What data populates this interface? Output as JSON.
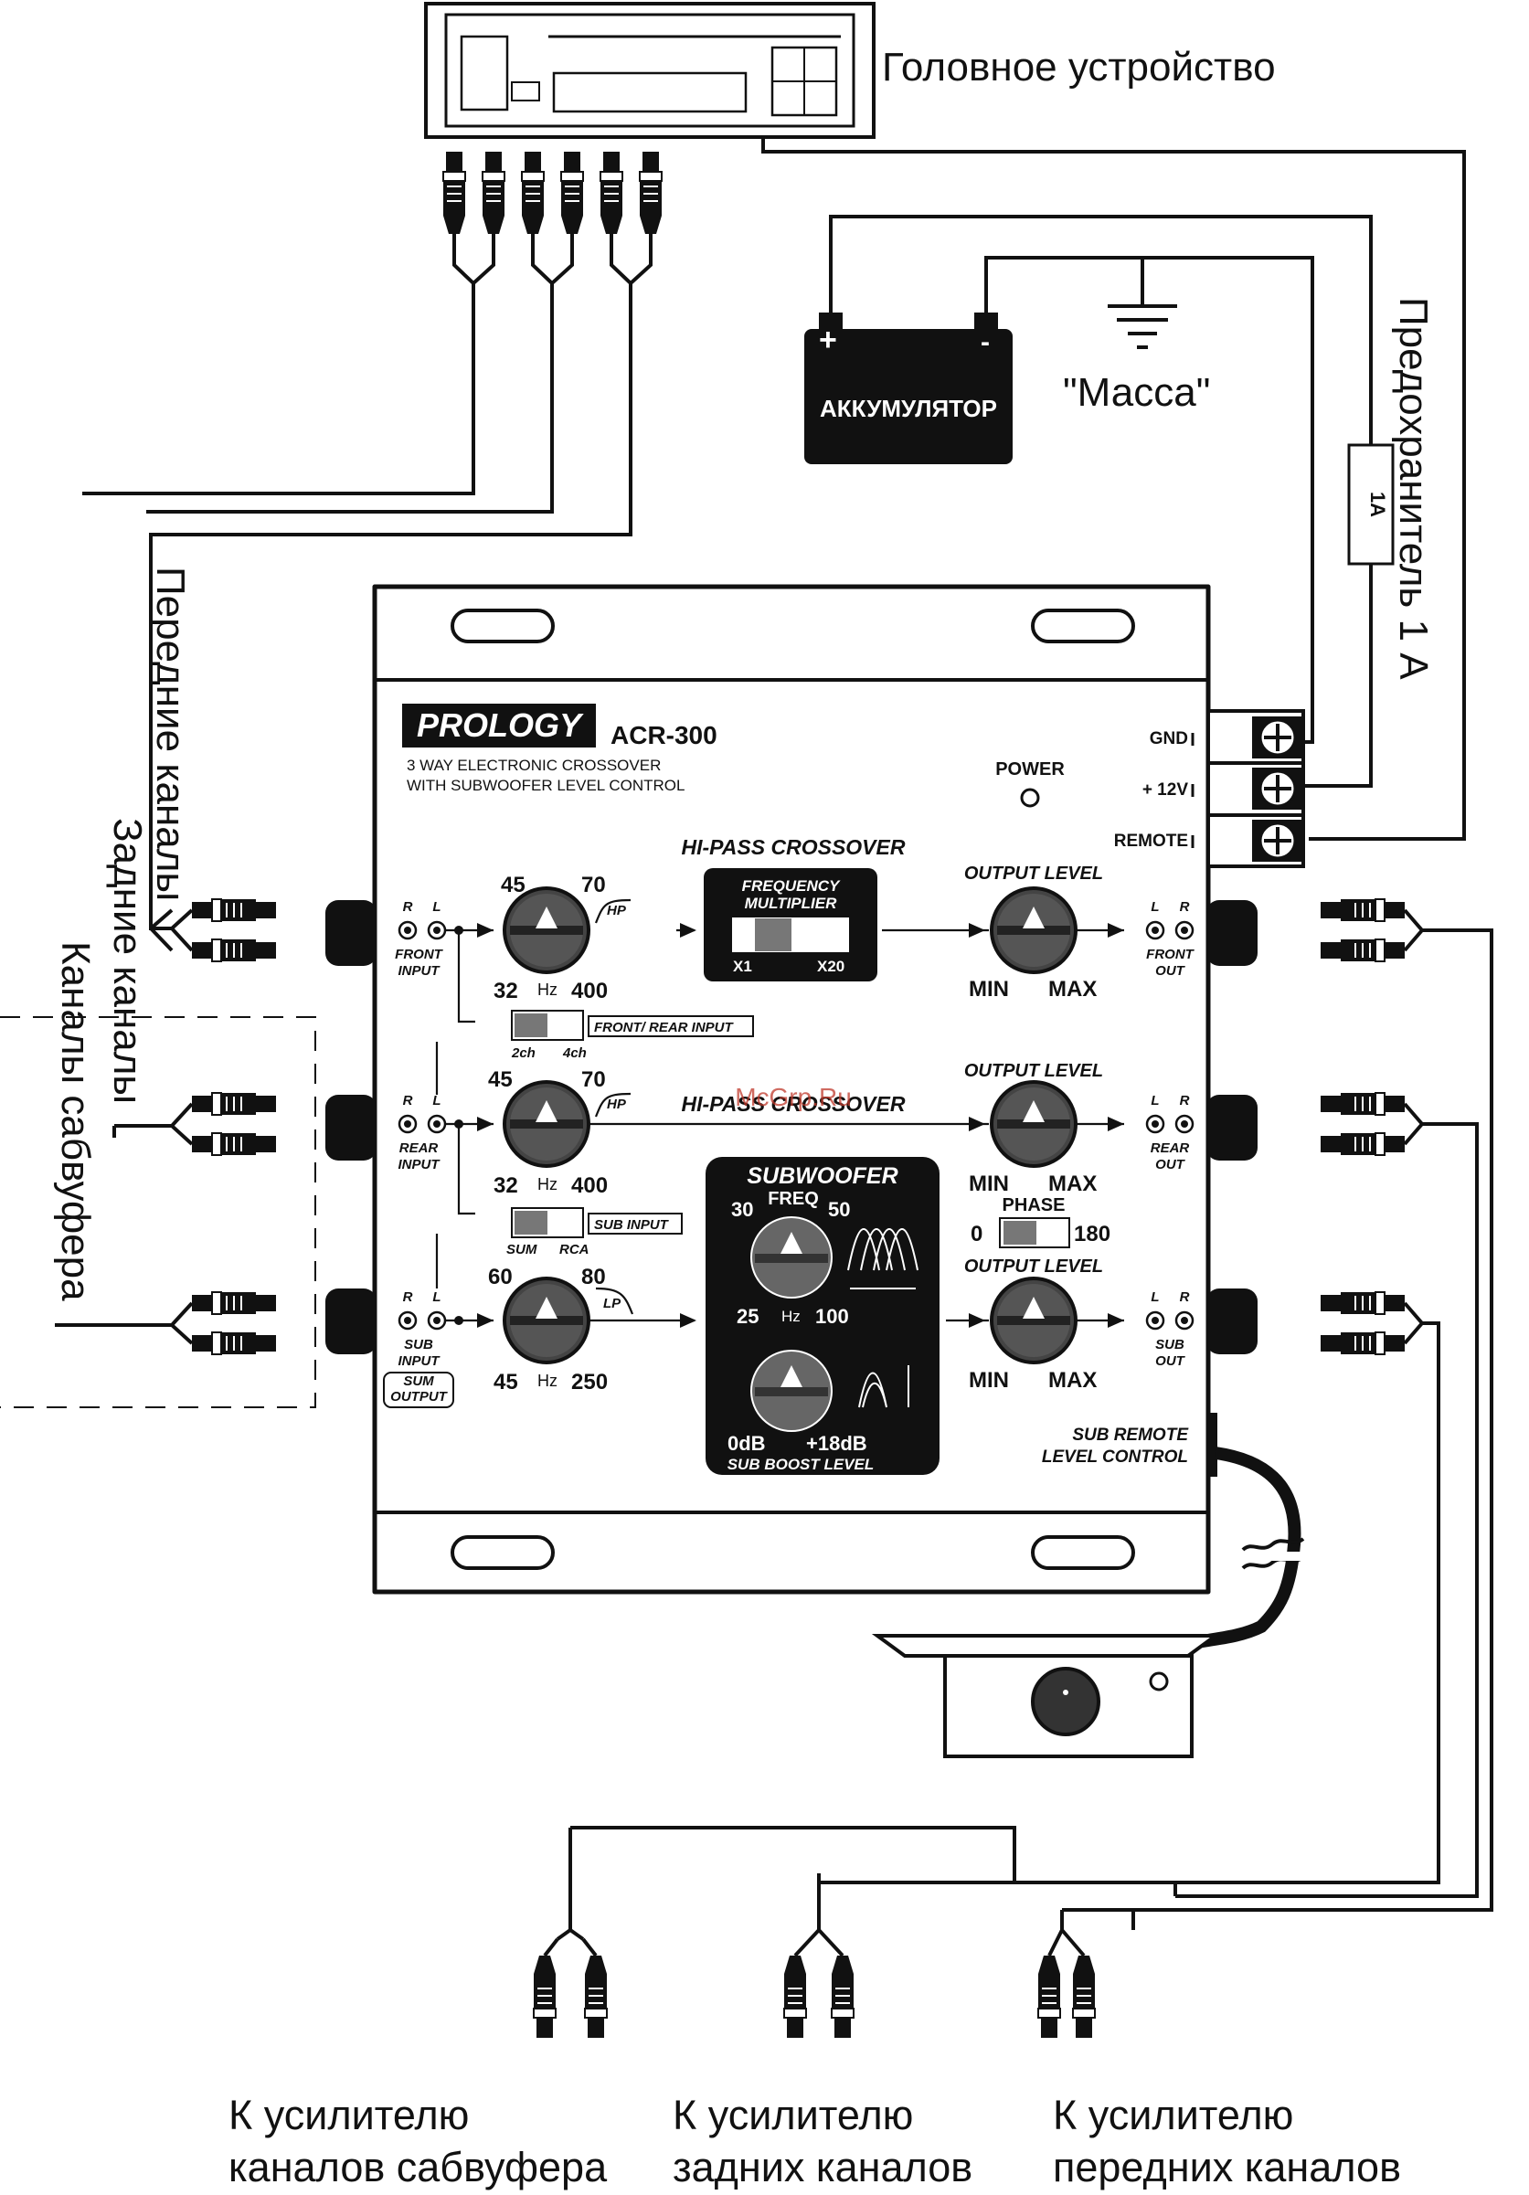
{
  "labels": {
    "head_unit": "Головное устройство",
    "battery": "АККУМУЛЯТОР",
    "ground": "\"Масса\"",
    "fuse": "Предохранитель 1 А",
    "fuse_rating": "1А",
    "front_channels": "Передние каналы",
    "rear_channels": "Задние каналы",
    "sub_channels": "Каналы сабвуфера",
    "to_sub_amp": [
      "К усилителю",
      "каналов сабвуфера"
    ],
    "to_rear_amp": [
      "К усилителю",
      "задних каналов"
    ],
    "to_front_amp": [
      "К усилителю",
      "передних каналов"
    ]
  },
  "unit": {
    "brand": "PROLOGY",
    "model": "ACR-300",
    "desc1": "3 WAY ELECTRONIC CROSSOVER",
    "desc2": "WITH SUBWOOFER LEVEL CONTROL",
    "power": "POWER",
    "terminals": [
      "GND",
      "+ 12V",
      "REMOTE"
    ],
    "r": "R",
    "l": "L",
    "front_input": [
      "FRONT",
      "INPUT"
    ],
    "rear_input": [
      "REAR",
      "INPUT"
    ],
    "sub_input": [
      "SUB",
      "INPUT"
    ],
    "sum_output": [
      "SUM",
      "OUTPUT"
    ],
    "front_out": [
      "FRONT",
      "OUT"
    ],
    "rear_out": [
      "REAR",
      "OUT"
    ],
    "sub_out": [
      "SUB",
      "OUT"
    ],
    "hi_pass": "HI-PASS CROSSOVER",
    "watermark": "McGrp.Ru",
    "hp": "HP",
    "lp": "LP",
    "hz": "Hz",
    "hp_knob": [
      "45",
      "70",
      "32",
      "400"
    ],
    "lp_knob": [
      "60",
      "80",
      "45",
      "250"
    ],
    "freq_mult": [
      "FREQUENCY",
      "MULTIPLIER",
      "X1",
      "X20"
    ],
    "output_level": "OUTPUT LEVEL",
    "min": "MIN",
    "max": "MAX",
    "phase": "PHASE",
    "phase_values": [
      "0",
      "180"
    ],
    "ch2": "2ch",
    "ch4": "4ch",
    "front_rear_input": "FRONT/ REAR INPUT",
    "sum": "SUM",
    "rca": "RCA",
    "sub_input_switch": "SUB INPUT",
    "subwoofer": "SUBWOOFER",
    "freq": "FREQ",
    "sub_freq": [
      "30",
      "50",
      "25",
      "100"
    ],
    "boost": [
      "0dB",
      "+18dB",
      "SUB BOOST LEVEL"
    ],
    "sub_remote": [
      "SUB REMOTE",
      "LEVEL CONTROL"
    ]
  }
}
